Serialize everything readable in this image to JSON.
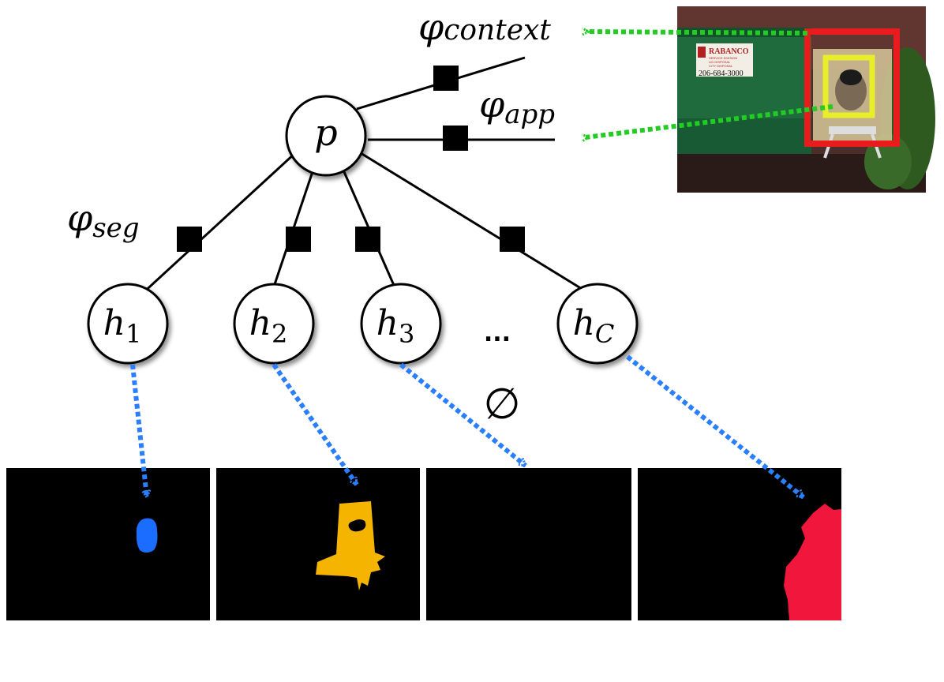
{
  "diagram": {
    "root_node": {
      "label": "p"
    },
    "factors": {
      "context": {
        "symbol": "φ",
        "subscript": "context"
      },
      "app": {
        "symbol": "φ",
        "subscript": "app"
      },
      "seg": {
        "symbol": "φ",
        "subscript": "seg"
      }
    },
    "child_nodes": [
      {
        "base": "h",
        "subscript": "1"
      },
      {
        "base": "h",
        "subscript": "2"
      },
      {
        "base": "h",
        "subscript": "3"
      },
      {
        "base": "h",
        "subscript": "C"
      }
    ],
    "ellipsis": "...",
    "empty_set": "∅",
    "photo": {
      "sign_line1": "RABANCO",
      "sign_line2": "SERVICE DIVISION",
      "sign_line3": "LID DISPOSAL",
      "sign_line4": "CITY DISPOSAL",
      "sign_phone": "206-684-3000"
    },
    "masks": [
      {
        "color": "#1a6dff"
      },
      {
        "color": "#f5b400"
      },
      {
        "color": null
      },
      {
        "color": "#f0163c"
      }
    ],
    "colors": {
      "green_arrow": "#22cc22",
      "blue_arrow": "#2a7fff",
      "box_red": "#e81c1c",
      "box_yellow": "#e8ef2a"
    }
  }
}
